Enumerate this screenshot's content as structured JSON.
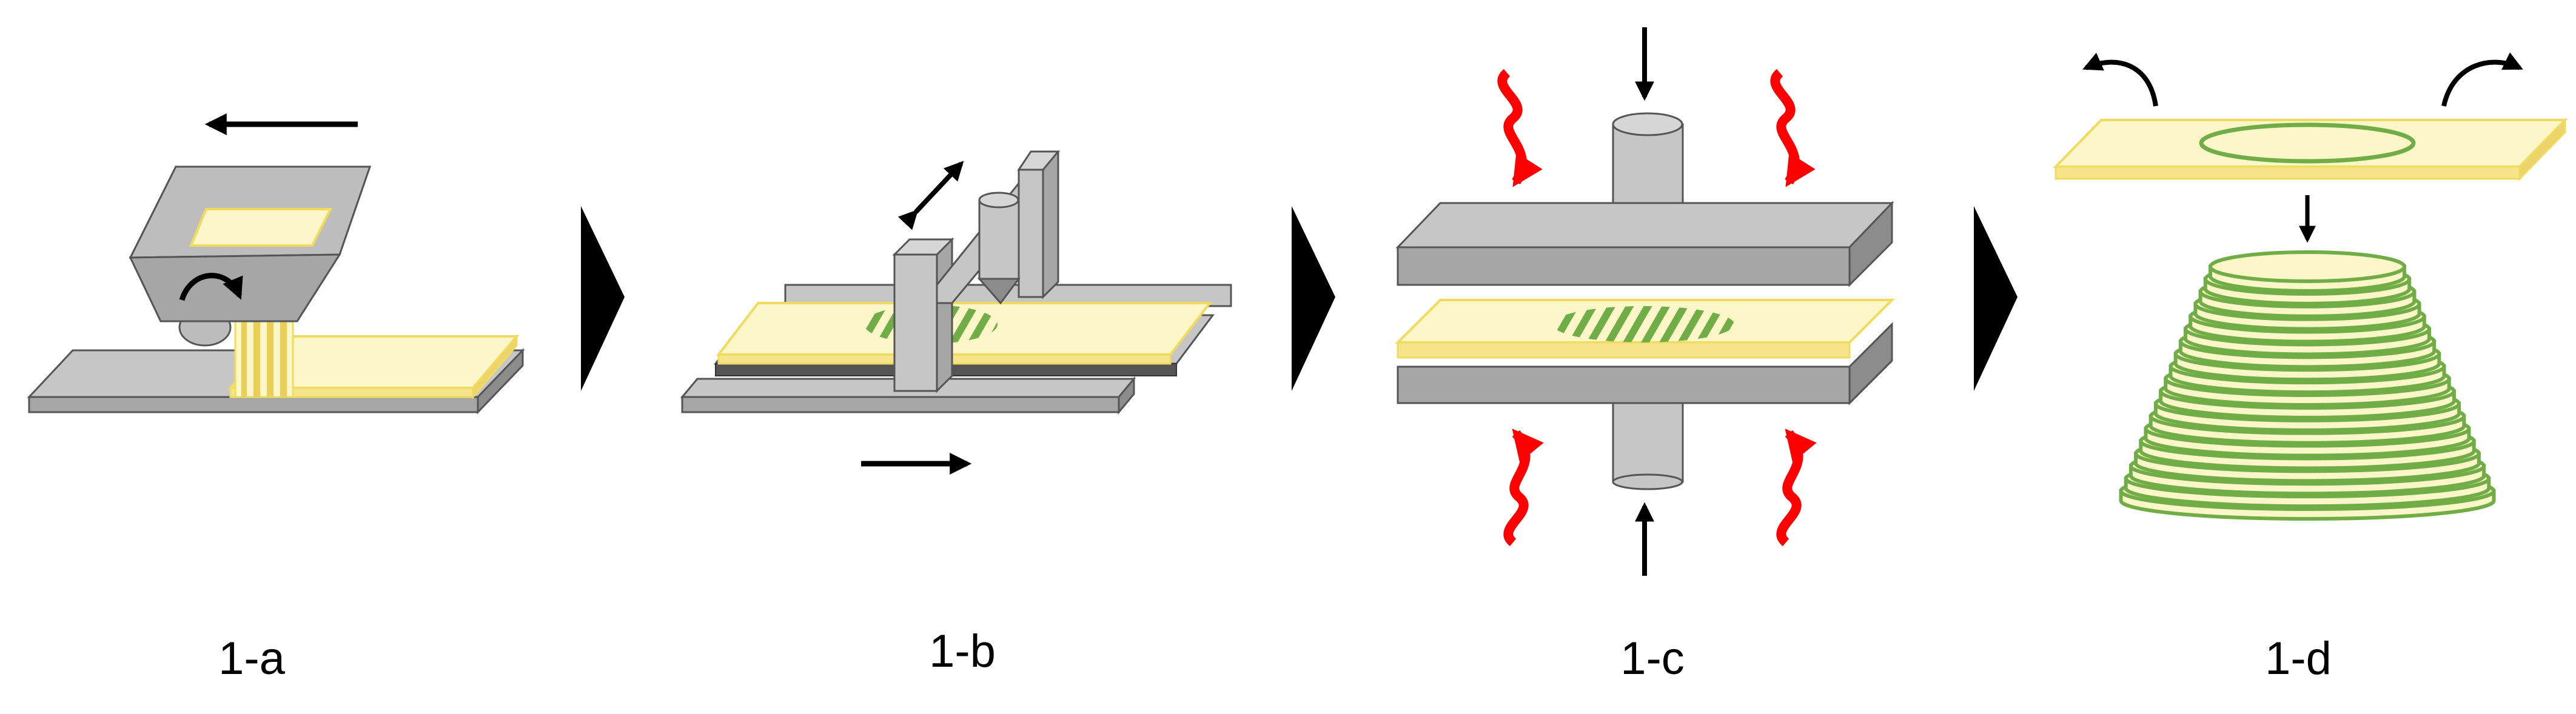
{
  "panels": [
    {
      "id": "a",
      "label": "1-a"
    },
    {
      "id": "b",
      "label": "1-b"
    },
    {
      "id": "c",
      "label": "1-c"
    },
    {
      "id": "d",
      "label": "1-d"
    }
  ],
  "colors": {
    "grey_top": "#c6c6c6",
    "grey_side": "#a6a6a6",
    "grey_dark": "#8c8c8c",
    "sheet_fill": "#fdf6c8",
    "sheet_edge": "#f1db5e",
    "green": "#70ad47",
    "heat_red": "#ff0000",
    "black": "#000000"
  }
}
